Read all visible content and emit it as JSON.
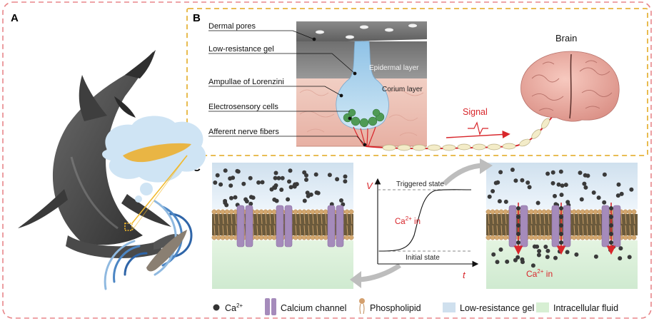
{
  "panels": {
    "a": "A",
    "b": "B",
    "c": "C"
  },
  "panel_b": {
    "labels": [
      "Dermal pores",
      "Low-resistance gel",
      "Ampullae of Lorenzini",
      "Electrosensory cells",
      "Afferent nerve fibers"
    ],
    "epidermal": "Epidermal layer",
    "corium": "Corium layer",
    "signal": "Signal",
    "brain": "Brain"
  },
  "panel_c": {
    "v_axis": "V",
    "t_axis": "t",
    "triggered": "Triggered state",
    "initial": "Initial state",
    "ca_in_graph": "Ca",
    "ca_in_graph_sup": "2+",
    "ca_in_graph_suffix": " in",
    "ca_in_right": "Ca",
    "ca_in_right_sup": "2+",
    "ca_in_right_suffix": " in"
  },
  "legend": {
    "ca": "Ca",
    "ca_sup": "2+",
    "calcium_channel": "Calcium channel",
    "phospholipid": "Phospholipid",
    "gel": "Low-resistance gel",
    "intracellular": "Intracellular fluid"
  },
  "colors": {
    "outer_border": "#e8868a",
    "panel_b_border": "#e6b43c",
    "signal_red": "#d8262b",
    "channel_purple": "#a58bbb",
    "gel_blue": "#cfe0ee",
    "intracellular_green": "#d7efd3"
  }
}
